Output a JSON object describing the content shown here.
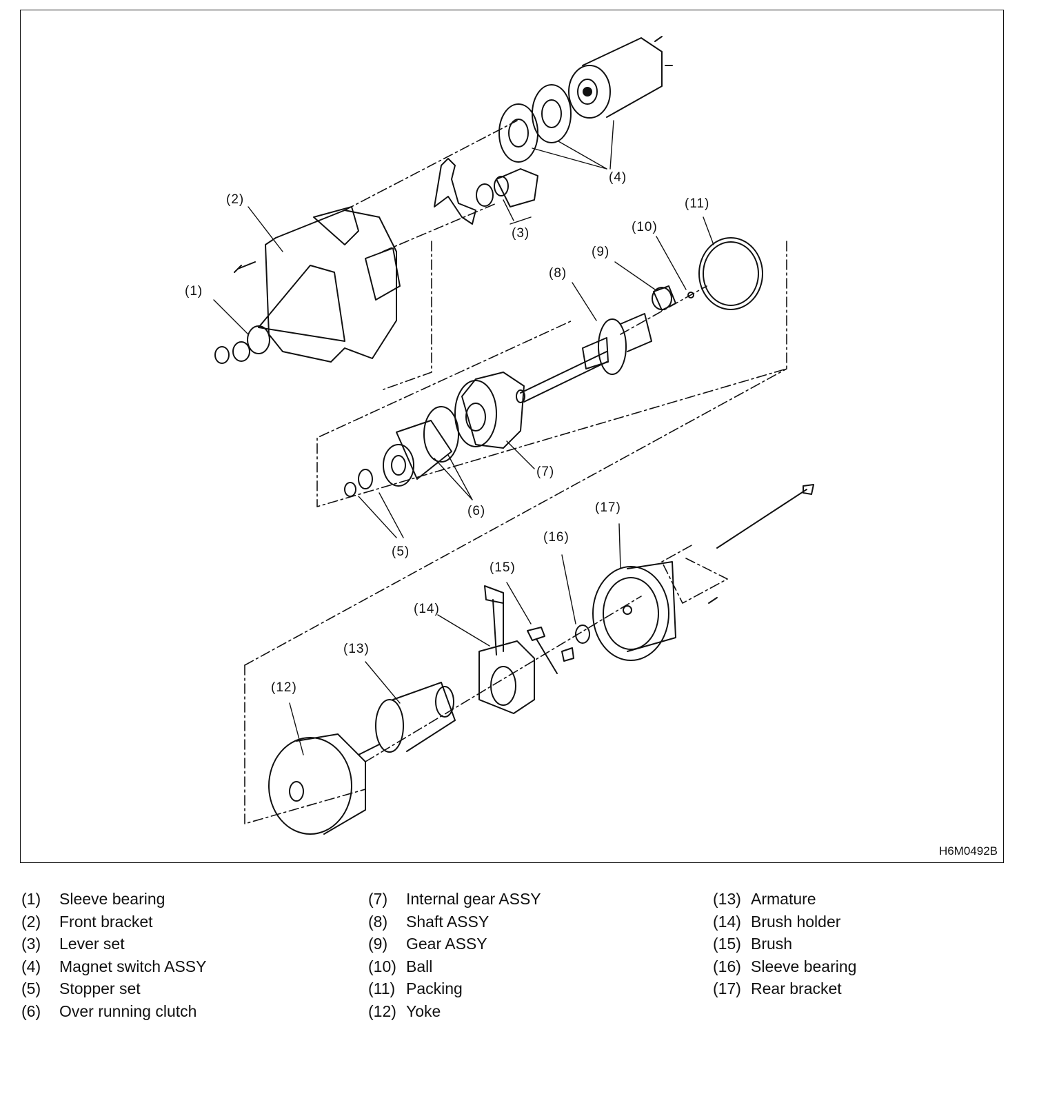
{
  "figure": {
    "code": "H6M0492B",
    "callouts": [
      "(1)",
      "(2)",
      "(3)",
      "(4)",
      "(5)",
      "(6)",
      "(7)",
      "(8)",
      "(9)",
      "(10)",
      "(11)",
      "(12)",
      "(13)",
      "(14)",
      "(15)",
      "(16)",
      "(17)"
    ]
  },
  "legend": {
    "columns": [
      [
        {
          "num": "(1)",
          "name": "Sleeve bearing"
        },
        {
          "num": "(2)",
          "name": "Front bracket"
        },
        {
          "num": "(3)",
          "name": "Lever set"
        },
        {
          "num": "(4)",
          "name": "Magnet switch ASSY"
        },
        {
          "num": "(5)",
          "name": "Stopper set"
        },
        {
          "num": "(6)",
          "name": "Over running clutch"
        }
      ],
      [
        {
          "num": "(7)",
          "name": "Internal gear ASSY"
        },
        {
          "num": "(8)",
          "name": "Shaft ASSY"
        },
        {
          "num": "(9)",
          "name": "Gear ASSY"
        },
        {
          "num": "(10)",
          "name": "Ball"
        },
        {
          "num": "(11)",
          "name": "Packing"
        },
        {
          "num": "(12)",
          "name": "Yoke"
        }
      ],
      [
        {
          "num": "(13)",
          "name": "Armature"
        },
        {
          "num": "(14)",
          "name": "Brush holder"
        },
        {
          "num": "(15)",
          "name": "Brush"
        },
        {
          "num": "(16)",
          "name": "Sleeve bearing"
        },
        {
          "num": "(17)",
          "name": "Rear bracket"
        }
      ]
    ]
  }
}
